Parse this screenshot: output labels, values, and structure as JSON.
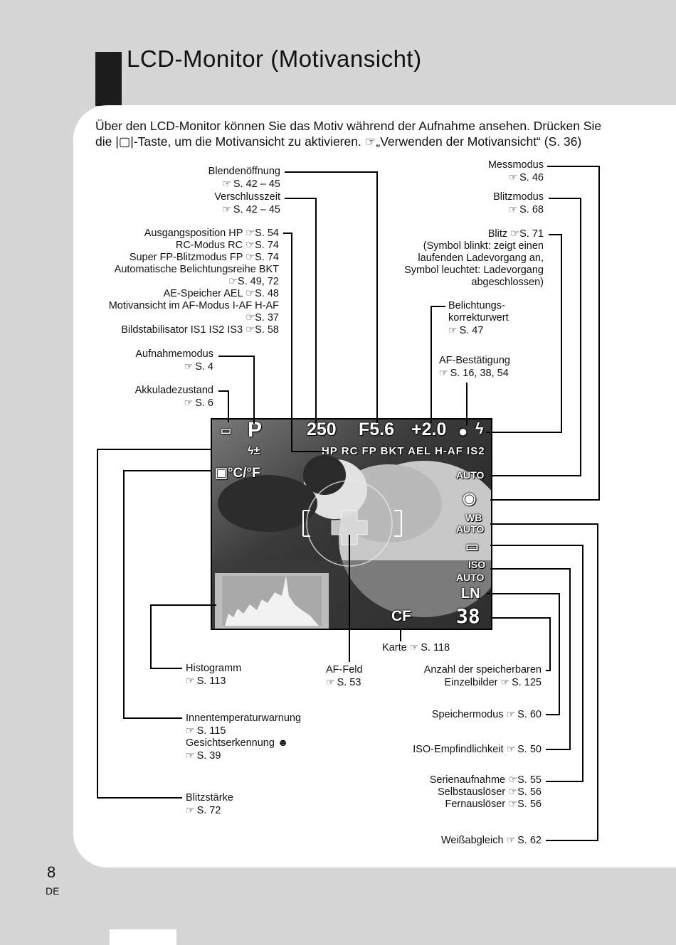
{
  "header": {
    "title": "LCD-Monitor (Motivansicht)"
  },
  "intro": {
    "line1": "Über den LCD-Monitor können Sie das Motiv während der Aufnahme ansehen. Drücken Sie",
    "line2": "die |▢|-Taste, um die Motivansicht zu aktivieren. ☞„Verwenden der Motivansicht“ (S. 36)"
  },
  "left_labels": {
    "blende": {
      "name": "Blendenöffnung",
      "ref": "S. 42 – 45"
    },
    "verschluss": {
      "name": "Verschlusszeit",
      "ref": "S. 42 – 45"
    },
    "group": [
      "Ausgangsposition HP ☞S. 54",
      "RC-Modus RC ☞S. 74",
      "Super FP-Blitzmodus FP ☞S. 74",
      "Automatische Belichtungsreihe BKT",
      "☞S. 49, 72",
      "AE-Speicher AEL ☞S. 48",
      "Motivansicht im AF-Modus I-AF H-AF",
      "☞S. 37",
      "Bildstabilisator IS1 IS2 IS3 ☞S. 58"
    ],
    "aufnahme": {
      "name": "Aufnahmemodus",
      "ref": "S. 4"
    },
    "akku": {
      "name": "Akkuladezustand",
      "ref": "S. 6"
    }
  },
  "right_labels": {
    "mess": {
      "name": "Messmodus",
      "ref": "S. 46"
    },
    "blitzmodus": {
      "name": "Blitzmodus",
      "ref": "S. 68"
    },
    "blitz": [
      "Blitz ☞S. 71",
      "(Symbol blinkt: zeigt einen",
      "laufenden Ladevorgang an,",
      "Symbol leuchtet: Ladevorgang",
      "abgeschlossen)"
    ],
    "korrektur": {
      "name1": "Belichtungs-",
      "name2": "korrekturwert",
      "ref": "S. 47"
    },
    "af_best": {
      "name": "AF-Bestätigung",
      "ref": "S. 16, 38, 54"
    }
  },
  "lcd": {
    "shutter": "250",
    "aperture": "F5.6",
    "exposure": "+2.0",
    "mode": "P",
    "badges": [
      "HP",
      "RC",
      "FP",
      "BKT",
      "AEL",
      "H-AF",
      "IS2"
    ],
    "flash_auto": "AUTO",
    "wb1": "WB",
    "wb2": "AUTO",
    "iso1": "ISO",
    "iso2": "AUTO",
    "quality": "LN",
    "card": "CF",
    "count": "38",
    "temp": "°C/°F"
  },
  "bottom_labels": {
    "karte": {
      "name": "Karte",
      "ref": "S. 118"
    },
    "histogramm": {
      "name": "Histogramm",
      "ref": "S. 113"
    },
    "af_feld": {
      "name": "AF-Feld",
      "ref": "S. 53"
    },
    "anzahl": {
      "name1": "Anzahl der speicherbaren",
      "name2": "Einzelbilder",
      "ref": "S. 125"
    },
    "innentemp": {
      "name": "Innentemperaturwarnung",
      "ref": "S. 115",
      "name2": "Gesichtserkennung ☻",
      "ref2": "S. 39"
    },
    "speicher": {
      "name": "Speichermodus",
      "ref": "S. 60"
    },
    "iso": {
      "name": "ISO-Empfindlichkeit",
      "ref": "S. 50"
    },
    "serien": [
      "Serienaufnahme ☞S. 55",
      "Selbstauslöser ☞S. 56",
      "Fernauslöser ☞S. 56"
    ],
    "blitzstaerke": {
      "name": "Blitzstärke",
      "ref": "S. 72"
    },
    "weiss": {
      "name": "Weißabgleich",
      "ref": "S. 62"
    }
  },
  "footer": {
    "page": "8",
    "lang": "DE"
  }
}
